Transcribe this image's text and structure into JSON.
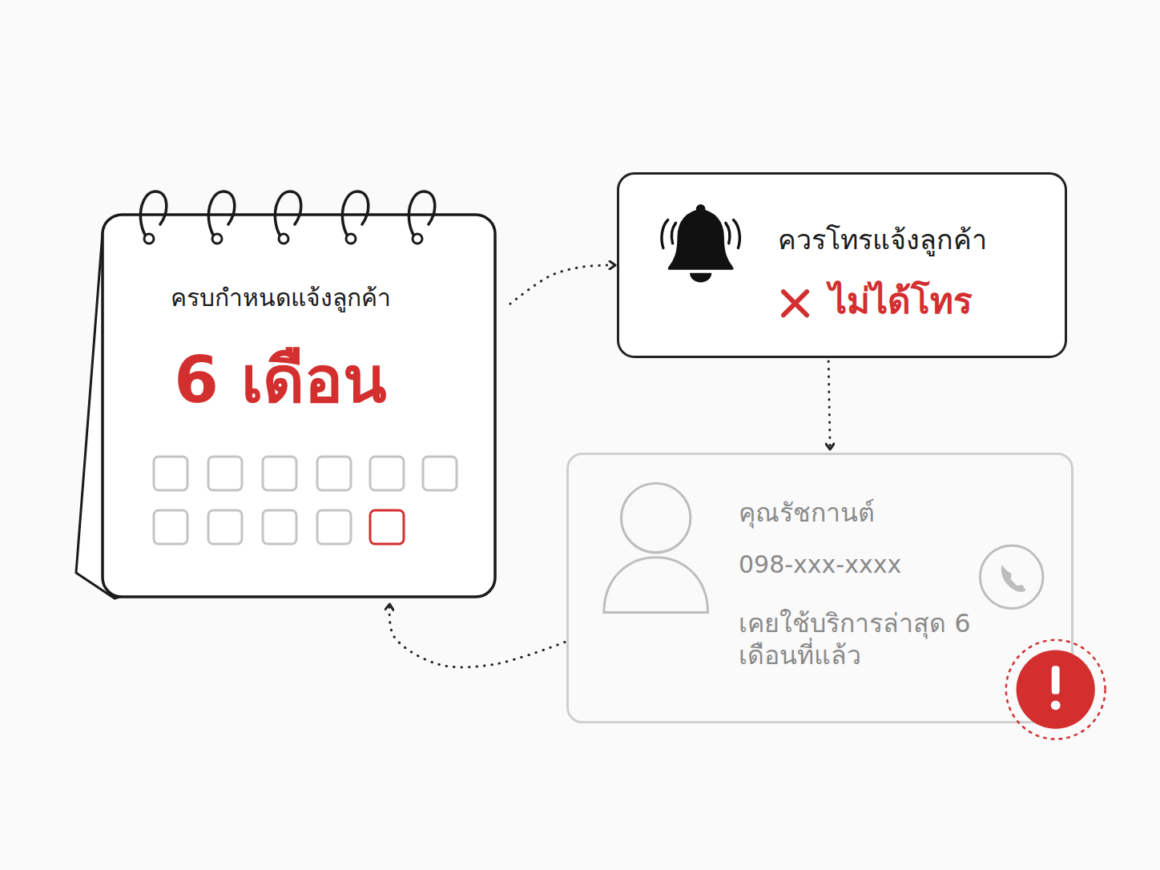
{
  "diagram": {
    "nodes": [
      {
        "text": [
          "ครบกำหนดแจ้งลูกค้า",
          "6 เดือน"
        ]
      },
      {
        "text": [
          "ควรโทรแจ้งลูกค้า",
          "ไม่ได้โทร"
        ]
      },
      {
        "text": [
          "คุณรัชกานต์",
          "098-xxx-xxxx",
          "เคยใช้บริการล่าสุด 6 เดือนที่แล้ว"
        ]
      }
    ],
    "edges": [
      {
        "from": 0,
        "to": 1,
        "arrow": "to"
      },
      {
        "from": 1,
        "to": 2,
        "arrow": "to"
      },
      {
        "from": 2,
        "to": 0,
        "arrow": "to"
      }
    ]
  }
}
